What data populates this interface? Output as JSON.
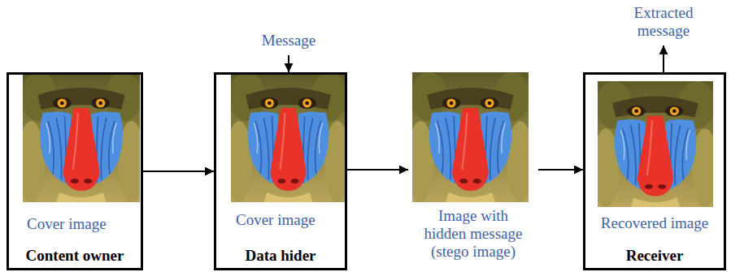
{
  "diagram": {
    "nodes": [
      {
        "text": [
          "Cover image",
          "Content owner"
        ]
      },
      {
        "text": [
          "Message"
        ]
      },
      {
        "text": [
          "Cover image",
          "Data hider"
        ]
      },
      {
        "text": [
          "Image with hidden message (stego image)"
        ]
      },
      {
        "text": [
          "Recovered image",
          "Receiver"
        ]
      },
      {
        "text": [
          "Extracted message"
        ]
      }
    ],
    "edges": [
      {
        "from": 0,
        "to": 2,
        "arrow": "to"
      },
      {
        "from": 1,
        "to": 2,
        "arrow": "to"
      },
      {
        "from": 2,
        "to": 3,
        "arrow": "to"
      },
      {
        "from": 3,
        "to": 4,
        "arrow": "to"
      },
      {
        "from": 4,
        "to": 5,
        "arrow": "to"
      }
    ]
  }
}
